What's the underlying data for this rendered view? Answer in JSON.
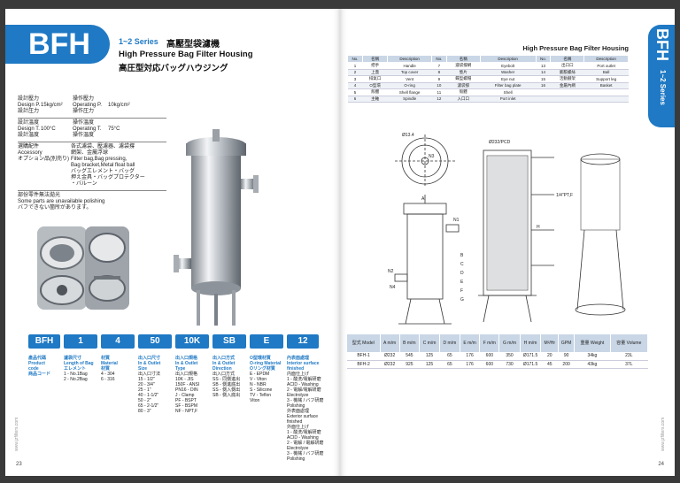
{
  "left_page": {
    "tab": "BFH",
    "series": "1~2 Series",
    "title_cn": "高壓型袋濾機",
    "title_en": "High Pressure Bag Filter Housing",
    "title_jp": "高圧型対応バッグハウジング",
    "specs": {
      "design_p_label": [
        "設計壓力",
        "Design P.",
        "設計圧力"
      ],
      "design_p_value": "15kg/cm²",
      "operating_p_label": [
        "操作壓力",
        "Operating P.",
        "操作圧力"
      ],
      "operating_p_value": "10kg/cm²",
      "design_t_label": [
        "設計溫度",
        "Design T.",
        "設計温度"
      ],
      "design_t_value": "100°C",
      "operating_t_label": [
        "操作溫度",
        "Operating T.",
        "操作温度"
      ],
      "operating_t_value": "75°C",
      "accessory_label": [
        "選購配件",
        "Accessory",
        "オプション品(別売り)"
      ],
      "accessory_value": [
        "各式濾袋、壓濾器、濾袋撐",
        "網架、金屬浮球",
        "Filter bag,Bag pressing,",
        "Bag bracket,Metal float ball",
        "バッグエレメント・バッグ",
        "押え金具・バッグプロテクター",
        "・バルーン"
      ],
      "note": [
        "部份零件無法拋光",
        "Some parts are unavailable polishing",
        "バフできない箇所があります。"
      ]
    },
    "code_chips": [
      "BFH",
      "1",
      "4",
      "50",
      "10K",
      "SB",
      "E",
      "12"
    ],
    "code_cols": [
      {
        "lines": [
          "產品代碼",
          "Product",
          "code",
          "商品コード"
        ]
      },
      {
        "lines": [
          "濾袋尺寸",
          "Length of Bag",
          "エレメント",
          "1 - No.1Bag",
          "2 - No.2Bag"
        ]
      },
      {
        "lines": [
          "材質",
          "Material",
          "材質",
          "4 - 304",
          "6 - 316"
        ]
      },
      {
        "lines": [
          "出入口尺寸",
          "In & Outlet",
          "Size",
          "出入口寸法",
          "15 - 1/2\"",
          "20 - 3/4\"",
          "25 - 1\"",
          "40 - 1-1/2\"",
          "50 - 2\"",
          "65 - 2-1/2\"",
          "80 - 3\""
        ]
      },
      {
        "lines": [
          "出入口規格",
          "In & Outlet",
          "Type",
          "出入口規格",
          "10K - JIS",
          "150F - ANSI",
          "PN16 - DIN",
          "J - Clamp",
          "PF - BSPT",
          "SF - BSPM",
          "NF - NPT,F"
        ]
      },
      {
        "lines": [
          "出入口方式",
          "In & Outlet",
          "Direction",
          "出入口方式",
          "SS - 同側進出",
          "SB - 側進底出",
          "SS - 側入側出",
          "SB - 側入底出"
        ]
      },
      {
        "lines": [
          "O型環材質",
          "O-ring Material",
          "Oリング材質",
          "E - EPDM",
          "V - Viton",
          "N - NBR",
          "S - Silicone",
          "TV - Teflon",
          "Viton"
        ]
      },
      {
        "lines": [
          "內表面處理",
          "Interior surface",
          "finished",
          "内面仕上げ",
          "1 - 酸洗/電解研磨",
          "ACID - Washing",
          "2 - 電解/電解研磨",
          "Electrolyze",
          "3 - 機械 / バフ研磨",
          "Polishing",
          "外表面處理",
          "Exterior surface",
          "finished",
          "外面仕上げ",
          "1 - 酸洗/電解研磨",
          "ACID - Washing",
          "2 - 電解 / 電解研磨",
          "Electrolyze",
          "3 - 機械 / バフ研磨",
          "Polishing"
        ]
      }
    ],
    "page_number": "23"
  },
  "right_page": {
    "title": "High Pressure Bag Filter Housing",
    "tab_big": "BFH",
    "tab_small": "1~2 Series",
    "parts_headers": [
      "No.",
      "名稱",
      "Description",
      "No.",
      "名稱",
      "Description",
      "No.",
      "名稱",
      "Description"
    ],
    "parts_rows": [
      [
        "1",
        "把手",
        "Handle",
        "7",
        "濾袋撐網",
        "Eyebolt",
        "13",
        "出口口",
        "Port outlet"
      ],
      [
        "2",
        "上蓋",
        "Top cover",
        "8",
        "墊片",
        "Washer",
        "14",
        "膨脹螺絲",
        "Ball"
      ],
      [
        "3",
        "排氣口",
        "Vent",
        "9",
        "蝶型螺帽",
        "Eye nut",
        "15",
        "活動腳架",
        "Support leg"
      ],
      [
        "4",
        "O型環",
        "O-ring",
        "10",
        "濾袋撐",
        "Filter bag plate",
        "16",
        "金屬內網",
        "Basket"
      ],
      [
        "5",
        "殼體",
        "Shell flange",
        "11",
        "殼體",
        "Shell",
        "",
        "",
        ""
      ],
      [
        "6",
        "主軸",
        "Spindle",
        "12",
        "入口口",
        "Port inlet",
        "",
        "",
        ""
      ]
    ],
    "drawing_labels": [
      "Ø13.4",
      "Ø232/PCD",
      "N1",
      "N2",
      "N3",
      "N4",
      "1/4\"PT,F",
      "H",
      "A",
      "B",
      "C",
      "D",
      "E",
      "F",
      "G"
    ],
    "dims_headers": [
      "型式 Model",
      "A m/m",
      "B m/m",
      "C m/m",
      "D m/m",
      "E m/m",
      "F m/m",
      "G m/m",
      "H m/m",
      "M²/Hr",
      "GPM",
      "重量 Weight",
      "容量 Volume"
    ],
    "dims_rows": [
      [
        "BFH-1",
        "Ø232",
        "545",
        "125",
        "65",
        "176",
        "600",
        "350",
        "Ø171.5",
        "20",
        "90",
        "34kg",
        "23L"
      ],
      [
        "BFH-2",
        "Ø232",
        "925",
        "125",
        "65",
        "176",
        "600",
        "730",
        "Ø171.5",
        "45",
        "200",
        "43kg",
        "37L"
      ]
    ],
    "page_number": "24"
  },
  "colors": {
    "brand_blue": "#1f79c4",
    "table_header": "#c9d6e6"
  }
}
